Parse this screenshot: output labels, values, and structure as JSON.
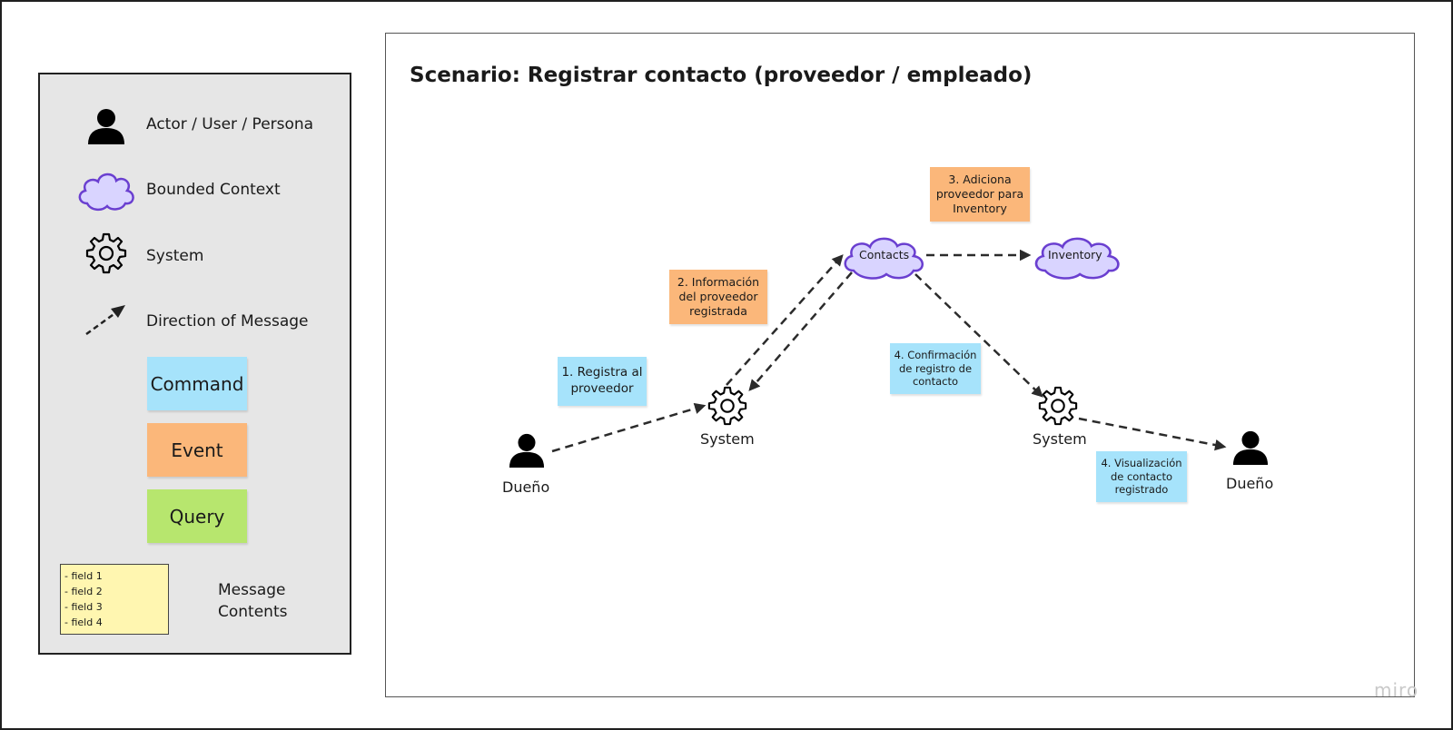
{
  "legend": {
    "actor_label": "Actor / User / Persona",
    "bounded_context_label": "Bounded Context",
    "system_label": "System",
    "direction_label": "Direction of Message",
    "command_label": "Command",
    "event_label": "Event",
    "query_label": "Query",
    "message_fields": [
      "- field 1",
      "- field 2",
      "- field 3",
      "- field 4"
    ],
    "message_contents_label": "Message Contents",
    "icons": {
      "actor": "person-icon",
      "bounded_context": "cloud-icon",
      "system": "gear-icon",
      "direction": "dashed-arrow-icon"
    }
  },
  "scenario": {
    "title": "Scenario: Registrar contacto (proveedor / empleado)",
    "actors": [
      {
        "id": "owner-left",
        "label": "Dueño"
      },
      {
        "id": "owner-right",
        "label": "Dueño"
      }
    ],
    "systems": [
      {
        "id": "system-left",
        "label": "System"
      },
      {
        "id": "system-right",
        "label": "System"
      }
    ],
    "bounded_contexts": [
      {
        "id": "contacts",
        "label": "Contacts"
      },
      {
        "id": "inventory",
        "label": "Inventory"
      }
    ],
    "messages": [
      {
        "id": "cmd-1",
        "kind": "command",
        "text": "1. Registra al proveedor"
      },
      {
        "id": "evt-2",
        "kind": "event",
        "text": "2. Información del proveedor registrada"
      },
      {
        "id": "evt-3",
        "kind": "event",
        "text": "3. Adiciona proveedor para Inventory"
      },
      {
        "id": "cmd-4a",
        "kind": "command",
        "text": "4. Confirmación de registro de contacto"
      },
      {
        "id": "cmd-4b",
        "kind": "command",
        "text": "4. Visualización de contacto registrado"
      }
    ]
  },
  "colors": {
    "command": "#a6e3fb",
    "event": "#fbb77a",
    "query": "#b7e66e",
    "message_contents": "#fff6b0",
    "bounded_context_fill": "#d9d4ff",
    "bounded_context_stroke": "#6a3fd0"
  },
  "watermark": "miro"
}
